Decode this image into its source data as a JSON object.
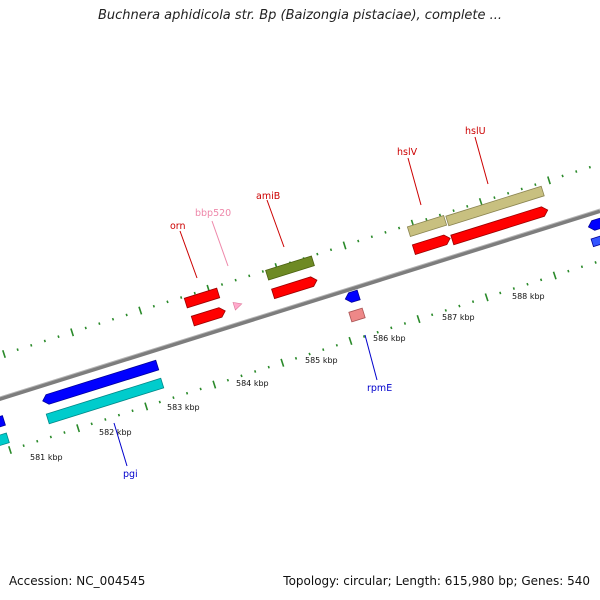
{
  "title": "Buchnera aphidicola str. Bp (Baizongia pistaciae), complete ...",
  "footer": {
    "accession": "Accession: NC_004545",
    "topology": "Topology: circular; Length: 615,980 bp; Genes: 540"
  },
  "ruler": {
    "labels": [
      "581 kbp",
      "582 kbp",
      "583 kbp",
      "584 kbp",
      "585 kbp",
      "586 kbp",
      "587 kbp",
      "588 kbp"
    ]
  },
  "genes": [
    {
      "name": "orn",
      "color": "#cc0000"
    },
    {
      "name": "bbp520",
      "color": "#ee88aa"
    },
    {
      "name": "amiB",
      "color": "#cc0000"
    },
    {
      "name": "hslV",
      "color": "#cc0000"
    },
    {
      "name": "hslU",
      "color": "#cc0000"
    },
    {
      "name": "rpmE",
      "color": "#0000cc"
    },
    {
      "name": "pgi",
      "color": "#0000cc"
    }
  ],
  "colors": {
    "backbone": "#8a8a8a",
    "ticks": "#2a8a2a",
    "cds_forward": "#ff0000",
    "cds_reverse": "#0000ff",
    "cds_cyan": "#00cccc",
    "cds_olive": "#7a9a30",
    "cds_khaki": "#c8c080",
    "cds_pink": "#ff99bb"
  }
}
